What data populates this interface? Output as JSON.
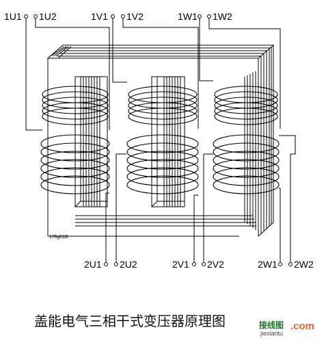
{
  "terminals": {
    "u1_1": "1U1",
    "u2_1": "1U2",
    "v1_1": "1V1",
    "v2_1": "1V2",
    "w1_1": "1W1",
    "w2_1": "1W2",
    "u1_2": "2U1",
    "u2_2": "2U2",
    "v1_2": "2V1",
    "v2_2": "2V2",
    "w1_2": "2W1",
    "w2_2": "2W2"
  },
  "figure_code": "17fig01B",
  "caption": "盖能电气三相干式变压器原理图",
  "watermark": {
    "text_cn": "接线图",
    "text_com": ".com",
    "text_url": "jiexiantu"
  },
  "colors": {
    "line": "#000000",
    "watermark_green": "#1a7a1a",
    "watermark_orange": "#e0632a"
  }
}
